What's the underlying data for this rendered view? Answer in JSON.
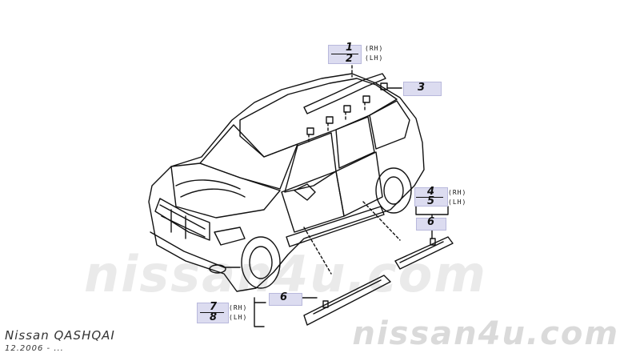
{
  "callouts": {
    "c1": {
      "num": "1",
      "side": "(RH)"
    },
    "c2": {
      "num": "2",
      "side": "(LH)"
    },
    "c3": {
      "num": "3"
    },
    "c4": {
      "num": "4",
      "side": "(RH)"
    },
    "c5": {
      "num": "5",
      "side": "(LH)"
    },
    "c6a": {
      "num": "6"
    },
    "c6b": {
      "num": "6"
    },
    "c7": {
      "num": "7",
      "side": "(RH)"
    },
    "c8": {
      "num": "8",
      "side": "(LH)"
    }
  },
  "watermark": {
    "center": "nissan4u.com",
    "corner": "nissan4u.com"
  },
  "caption": {
    "model": "Nissan QASHQAI",
    "date": "12.2006 - ..."
  },
  "colors": {
    "highlight": "#dcdcf0",
    "line": "#111111",
    "watermark": "#e0e0e0"
  }
}
